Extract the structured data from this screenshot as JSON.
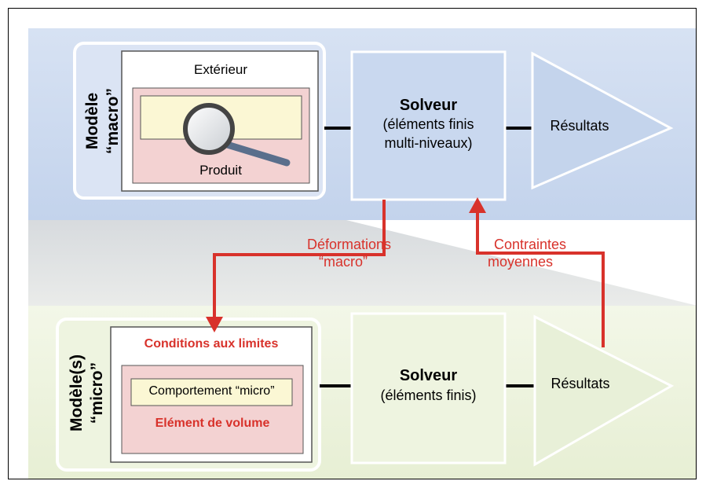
{
  "macro": {
    "model_label_line1": "Modèle",
    "model_label_line2": "“macro”",
    "exterior_label": "Extérieur",
    "product_label": "Produit",
    "solver_title": "Solveur",
    "solver_line2": "(éléments finis",
    "solver_line3": "multi-niveaux)",
    "results_label": "Résultats"
  },
  "micro": {
    "model_label_line1": "Modèle(s)",
    "model_label_line2": "“micro”",
    "boundary_label": "Conditions aux limites",
    "behavior_label": "Comportement “micro”",
    "volume_label": "Elément de volume",
    "solver_title": "Solveur",
    "solver_line2": "(éléments finis)",
    "results_label": "Résultats"
  },
  "arrows": {
    "down_line1": "Déformations",
    "down_line2": "“macro”",
    "up_line1": "Contraintes",
    "up_line2": "moyennes"
  },
  "colors": {
    "macro_bg": "#c9d8ef",
    "micro_bg": "#eef4e0",
    "arrow_red": "#d8322b",
    "product_fill": "#f3d2d2",
    "inner_fill": "#fbf7d4"
  },
  "icons": {
    "magnifier": "magnifier-icon"
  }
}
